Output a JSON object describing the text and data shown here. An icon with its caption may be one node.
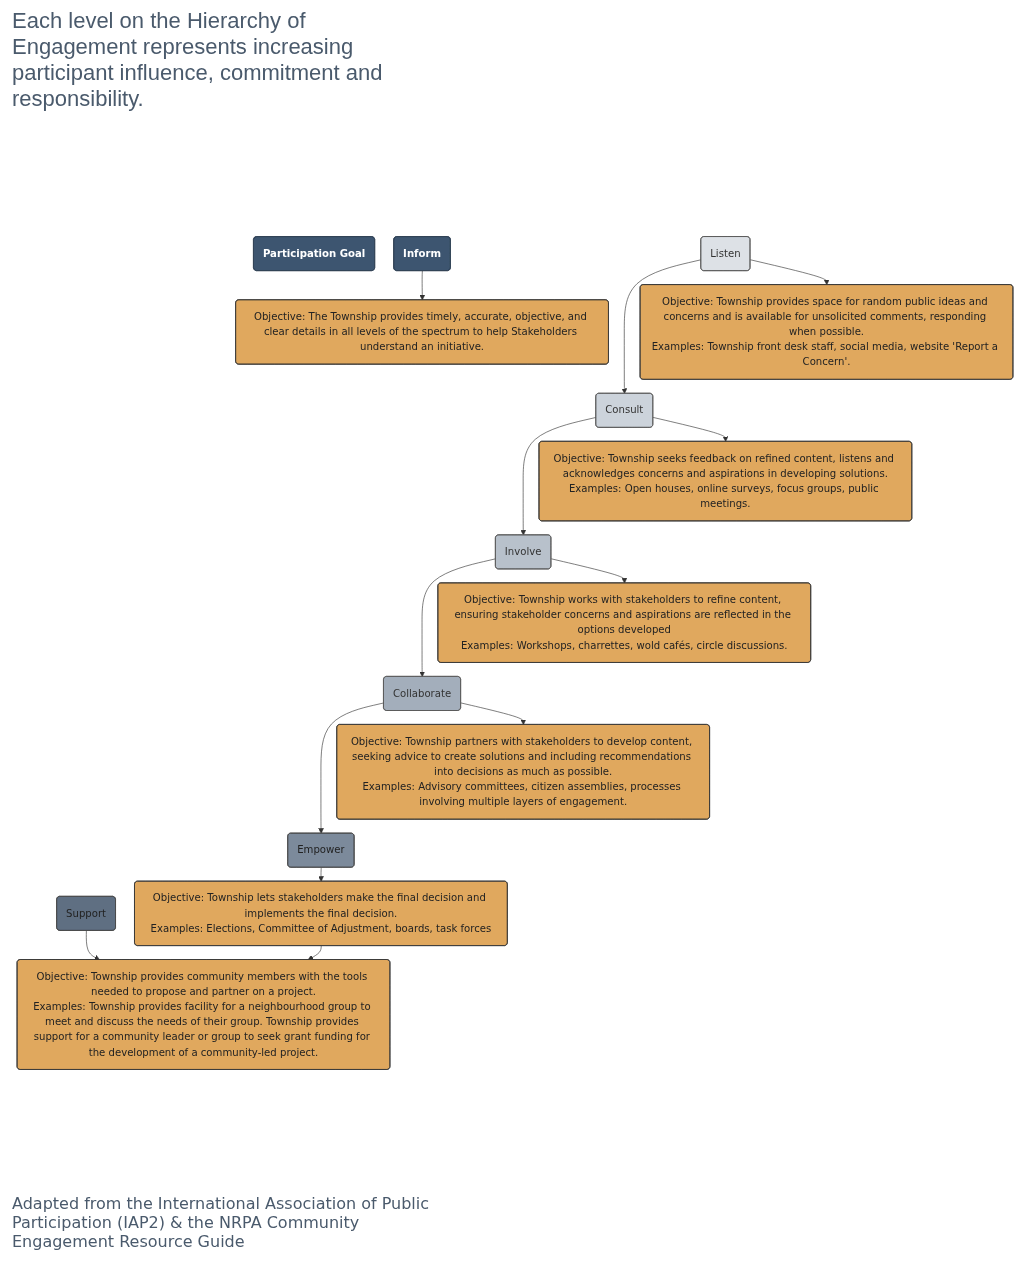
{
  "diagram": {
    "caption": "Adapted from the International Association of Public Participation (IAP2) & the NRPA Community Engagement Resource Guide",
    "labels": [
      "Each level on the Hierarchy of Engagement represents increasing participant influence, commitment and responsibility."
    ],
    "nodes": [
      {
        "text": [
          "Participation Goal"
        ]
      },
      {
        "text": [
          "Inform"
        ]
      },
      {
        "text": [
          "Listen"
        ]
      },
      {
        "text": [
          "Consult"
        ]
      },
      {
        "text": [
          "Involve"
        ]
      },
      {
        "text": [
          "Collaborate"
        ]
      },
      {
        "text": [
          "Empower"
        ]
      },
      {
        "text": [
          "Support"
        ]
      },
      {
        "text": [
          "Objective: Township provides space for random public ideas and concerns and is available for unsolicited comments, responding when possible.",
          "Examples: Township front desk staff, social media, website 'Report a Concern'."
        ]
      },
      {
        "text": [
          "Objective: Township seeks feedback on refined content, listens and acknowledges concerns and aspirations in developing solutions.",
          "Examples: Open houses, online surveys, focus groups, public meetings."
        ]
      },
      {
        "text": [
          "Objective: Township works with stakeholders to refine content, ensuring stakeholder concerns and aspirations are reflected in the options developed",
          "Examples: Workshops, charrettes, wold cafés, circle discussions."
        ]
      },
      {
        "text": [
          "Objective: Township partners with stakeholders to develop content, seeking advice to create solutions and including recommendations into decisions as much as possible.",
          "Examples: Advisory committees, citizen assemblies, processes involving multiple layers of engagement."
        ]
      },
      {
        "text": [
          "Objective: Township lets stakeholders make the final decision and implements the final decision.",
          "Examples: Elections, Committee of Adjustment, boards, task forces"
        ]
      },
      {
        "text": [
          "Objective: Township provides community members with the tools needed to propose and partner on a project.",
          "Examples: Township provides facility for a neighbourhood group to meet and discuss the needs of their group. Township provides support for a community leader or group to seek grant funding for the development of a community-led project."
        ]
      },
      {
        "text": [
          "Objective: The Township provides timely, accurate, objective, and clear details in all levels of the spectrum to help Stakeholders understand an initiative."
        ]
      }
    ],
    "edges": [
      {
        "from": 2,
        "to": 3,
        "arrow": "to"
      },
      {
        "from": 3,
        "to": 4,
        "arrow": "to"
      },
      {
        "from": 4,
        "to": 5,
        "arrow": "to"
      },
      {
        "from": 5,
        "to": 6,
        "arrow": "to"
      },
      {
        "from": 2,
        "to": 8,
        "arrow": "to"
      },
      {
        "from": 3,
        "to": 9,
        "arrow": "to"
      },
      {
        "from": 4,
        "to": 10,
        "arrow": "to"
      },
      {
        "from": 5,
        "to": 11,
        "arrow": "to"
      },
      {
        "from": 6,
        "to": 12,
        "arrow": "to"
      },
      {
        "from": 7,
        "to": 13,
        "arrow": "to"
      },
      {
        "from": 12,
        "to": 13,
        "arrow": "to"
      },
      {
        "from": 1,
        "to": 14,
        "arrow": "to"
      }
    ]
  }
}
